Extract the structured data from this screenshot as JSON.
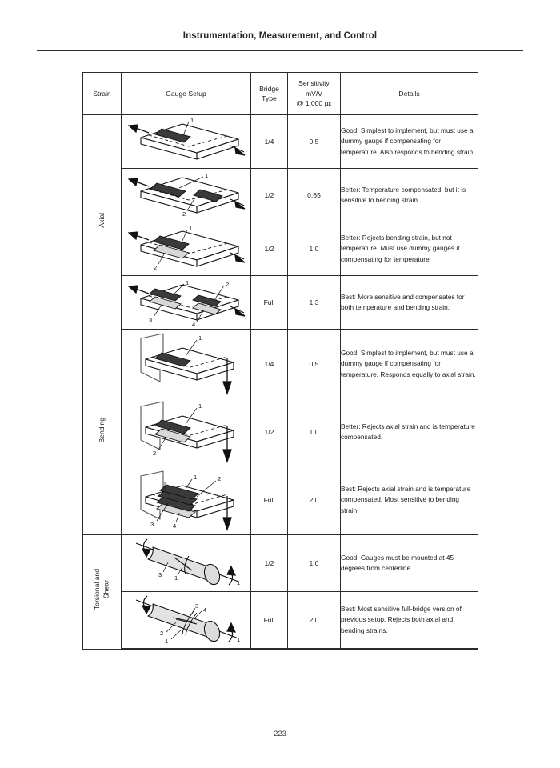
{
  "header": {
    "running_head": "Instrumentation, Measurement, and Control"
  },
  "footer": {
    "page_number": "223"
  },
  "table": {
    "columns": [
      {
        "key": "strain",
        "label": "Strain"
      },
      {
        "key": "setup",
        "label": "Gauge Setup"
      },
      {
        "key": "bridge",
        "label": "Bridge\nType"
      },
      {
        "key": "sens",
        "label": "Sensitivity\nmV/V\n@ 1,000 µε"
      },
      {
        "key": "details",
        "label": "Details"
      }
    ],
    "header_bridge_line1": "Bridge",
    "header_bridge_line2": "Type",
    "header_sens_line1": "Sensitivity",
    "header_sens_line2": "mV/V",
    "header_sens_line3": "@ 1,000 µε",
    "groups": [
      {
        "label": "Axial",
        "rows": [
          {
            "diagram": "beam-axial-quarter",
            "gauge_labels": [
              "1"
            ],
            "bridge": "1/4",
            "sensitivity": "0.5",
            "details": "Good: Simplest to implement, but must use a dummy gauge if compensating for temperature. Also responds to bending strain."
          },
          {
            "diagram": "beam-axial-half-two-top",
            "gauge_labels": [
              "1",
              "2"
            ],
            "bridge": "1/2",
            "sensitivity": "0.65",
            "details": "Better: Temperature compensated, but it is sensitive to bending strain."
          },
          {
            "diagram": "beam-axial-half-top-bottom",
            "gauge_labels": [
              "1",
              "2"
            ],
            "bridge": "1/2",
            "sensitivity": "1.0",
            "details": "Better: Rejects bending strain, but not temperature. Must use dummy gauges if compensating for temperature."
          },
          {
            "diagram": "beam-axial-full",
            "gauge_labels": [
              "1",
              "2",
              "3",
              "4"
            ],
            "bridge": "Full",
            "sensitivity": "1.3",
            "details": "Best: More sensitive and compensates for both temperature and bending strain."
          }
        ]
      },
      {
        "label": "Bending",
        "rows": [
          {
            "diagram": "cantilever-quarter",
            "gauge_labels": [
              "1"
            ],
            "bridge": "1/4",
            "sensitivity": "0.5",
            "details": "Good: Simplest to implement, but must use a dummy gauge if compensating for temperature. Responds equally to axial strain."
          },
          {
            "diagram": "cantilever-half",
            "gauge_labels": [
              "1",
              "2"
            ],
            "bridge": "1/2",
            "sensitivity": "1.0",
            "details": "Better: Rejects axial strain and is temperature compensated."
          },
          {
            "diagram": "cantilever-full",
            "gauge_labels": [
              "1",
              "2",
              "3",
              "4"
            ],
            "bridge": "Full",
            "sensitivity": "2.0",
            "details": "Best: Rejects axial strain and is temperature compensated. Most sensitive to bending strain."
          }
        ]
      },
      {
        "label": "Torsional and\nShear",
        "rows": [
          {
            "diagram": "shaft-half",
            "gauge_labels": [
              "1",
              "3",
              "1"
            ],
            "bridge": "1/2",
            "sensitivity": "1.0",
            "details": "Good: Gauges must be mounted at 45 degrees from centerline."
          },
          {
            "diagram": "shaft-full",
            "gauge_labels": [
              "1",
              "2",
              "3",
              "4",
              "1"
            ],
            "bridge": "Full",
            "sensitivity": "2.0",
            "details": "Best: Most sensitive full-bridge version of previous setup. Rejects both axial and bending strains."
          }
        ]
      }
    ]
  },
  "colors": {
    "rule": "#2b2b2b",
    "gauge_dark": "#3a3a3a",
    "gauge_light": "#d8d8d8",
    "shaft_fill": "#e2e2e2",
    "text": "#1a1a1a"
  }
}
